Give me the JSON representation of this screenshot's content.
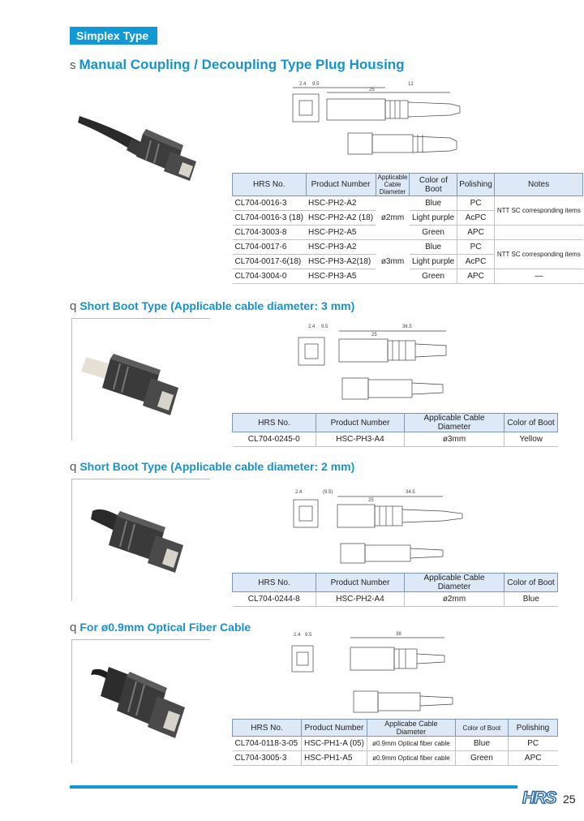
{
  "tag": "Simplex Type",
  "section1": {
    "bullet": "s",
    "title": "Manual Coupling / Decoupling Type Plug Housing",
    "dims": [
      "2.4",
      "9.5",
      "12",
      "25"
    ],
    "table": {
      "headers": [
        "HRS No.",
        "Product Number",
        "Applicable Cable Diameter",
        "Color of Boot",
        "Polishing",
        "Notes"
      ],
      "rows": [
        {
          "hrs": "CL704-0016-3",
          "product": "HSC-PH2-A2",
          "color": "Blue",
          "polish": "PC"
        },
        {
          "hrs": "CL704-0016-3 (18)",
          "product": "HSC-PH2-A2 (18)",
          "color": "Light purple",
          "polish": "AcPC"
        },
        {
          "hrs": "CL704-3003-8",
          "product": "HSC-PH2-A5",
          "color": "Green",
          "polish": "APC"
        },
        {
          "hrs": "CL704-0017-6",
          "product": "HSC-PH3-A2",
          "color": "Blue",
          "polish": "PC"
        },
        {
          "hrs": "CL704-0017-6(18)",
          "product": "HSC-PH3-A2(18)",
          "color": "Light purple",
          "polish": "AcPC"
        },
        {
          "hrs": "CL704-3004-0",
          "product": "HSC-PH3-A5",
          "color": "Green",
          "polish": "APC"
        }
      ],
      "diam_group1": "ø2mm",
      "diam_group2": "ø3mm",
      "note_group": "NTT SC corresponding items",
      "note_dash": "—"
    }
  },
  "section2": {
    "bullet": "q",
    "title": "Short Boot Type (Applicable cable diameter: 3 mm)",
    "dims": [
      "2.4",
      "9.5",
      "36.5",
      "25"
    ],
    "table": {
      "headers": [
        "HRS No.",
        "Product Number",
        "Applicable Cable Diameter",
        "Color of Boot"
      ],
      "rows": [
        {
          "hrs": "CL704-0245-0",
          "product": "HSC-PH3-A4",
          "diam": "ø3mm",
          "color": "Yellow"
        }
      ]
    }
  },
  "section3": {
    "bullet": "q",
    "title": "Short Boot Type (Applicable cable diameter: 2 mm)",
    "dims": [
      "2.4",
      "(9.5)",
      "25",
      "34.5"
    ],
    "table": {
      "headers": [
        "HRS No.",
        "Product Number",
        "Applicable Cable Diameter",
        "Color of Boot"
      ],
      "rows": [
        {
          "hrs": "CL704-0244-8",
          "product": "HSC-PH2-A4",
          "diam": "ø2mm",
          "color": "Blue"
        }
      ]
    }
  },
  "section4": {
    "bullet": "q",
    "title": "For ø0.9mm Optical Fiber Cable",
    "dims": [
      "2.4",
      "9.5",
      "38"
    ],
    "table": {
      "headers": [
        "HRS No.",
        "Product Number",
        "Applicabe Cable Diameter",
        "Color of Boot",
        "Polishing"
      ],
      "rows": [
        {
          "hrs": "CL704-0118-3-05",
          "product": "HSC-PH1-A (05)",
          "diam": "ø0.9mm Optical fiber cable",
          "color": "Blue",
          "polish": "PC"
        },
        {
          "hrs": "CL704-3005-3",
          "product": "HSC-PH1-A5",
          "diam": "ø0.9mm Optical fiber cable",
          "color": "Green",
          "polish": "APC"
        }
      ]
    }
  },
  "footer": {
    "logo": "HRS",
    "page": "25"
  },
  "colors": {
    "accent": "#1199d6",
    "header_bg": "#dde9f6"
  }
}
